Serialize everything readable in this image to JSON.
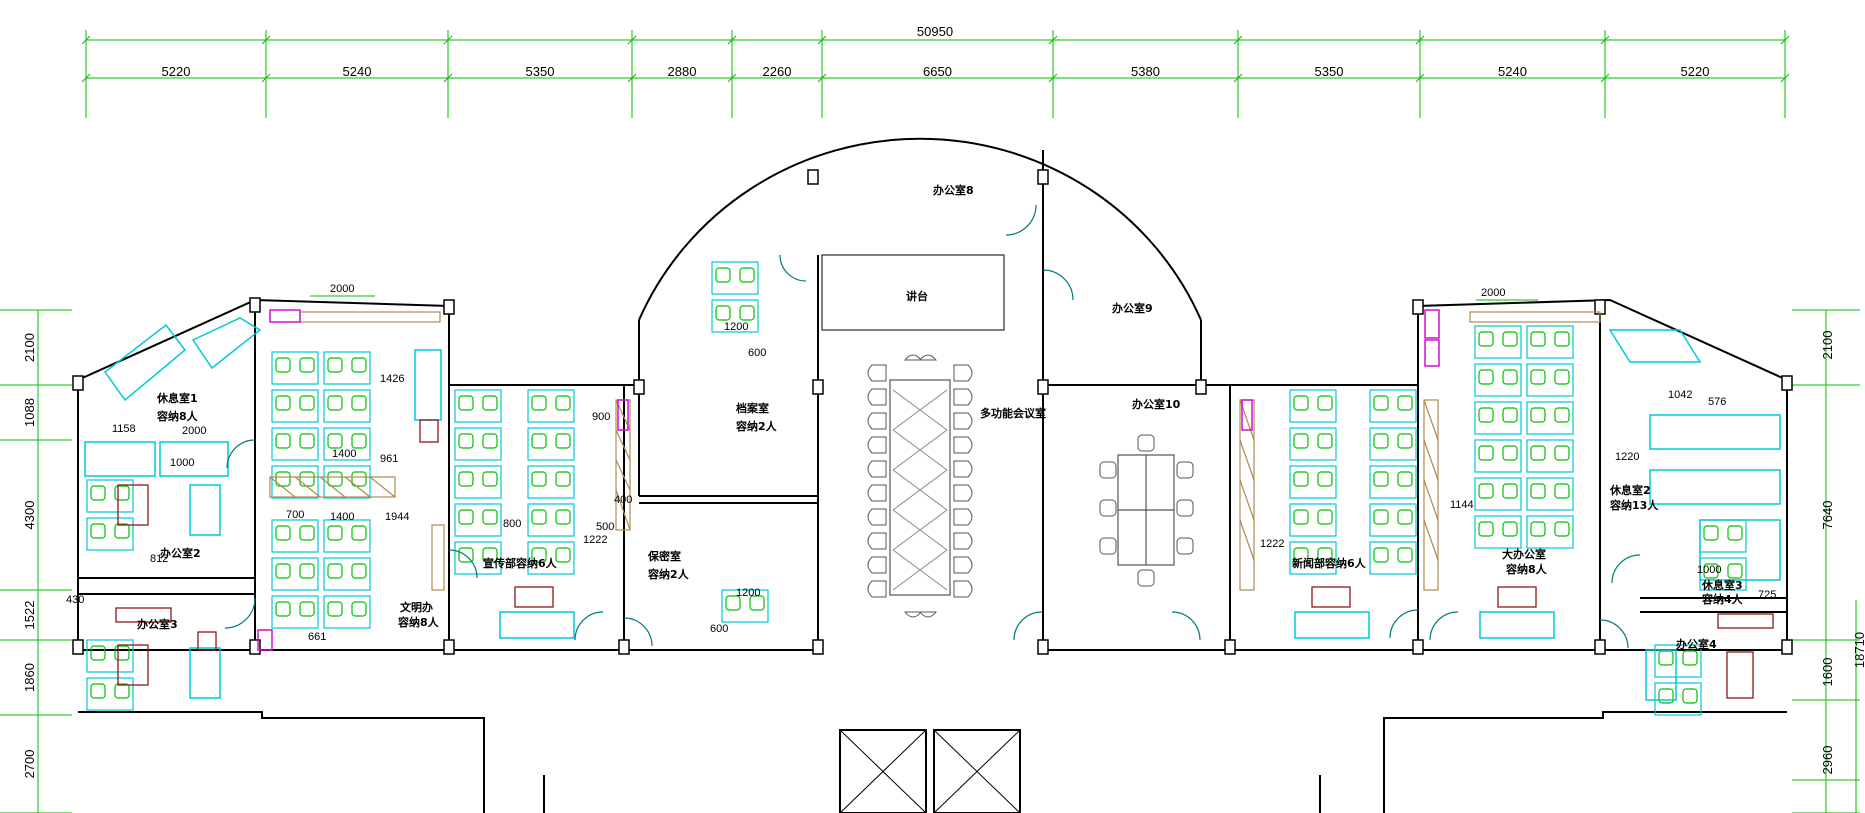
{
  "dimensions_top": {
    "total": "50950",
    "segments": [
      "5220",
      "5240",
      "5350",
      "2880",
      "2260",
      "6650",
      "5380",
      "5350",
      "5240",
      "5220"
    ]
  },
  "dimensions_left": [
    "2100",
    "1088",
    "4300",
    "1522",
    "1860",
    "2700"
  ],
  "dimensions_right": [
    "2100",
    "7640",
    "18710",
    "1600",
    "2960"
  ],
  "rooms": {
    "office8": "办公室8",
    "podium": "讲台",
    "office9": "办公室9",
    "multi_meeting": "多功能会议室",
    "archive": "档案室",
    "archive_cap": "容纳2人",
    "confidential": "保密室",
    "confidential_cap": "容纳2人",
    "office10": "办公室10",
    "rest1": "休息室1",
    "rest1_cap": "容纳8人",
    "office2": "办公室2",
    "office3": "办公室3",
    "civil_office": "文明办",
    "civil_cap": "容纳8人",
    "publicity": "宣传部容纳6人",
    "news": "新闻部容纳6人",
    "big_office": "大办公室",
    "big_office_cap": "容纳8人",
    "rest2": "休息室2",
    "rest2_cap": "容纳13人",
    "rest3": "休息室3",
    "rest3_cap": "容纳4人",
    "office4": "办公室4"
  },
  "inner_dims": {
    "d2000_left": "2000",
    "d2000_right": "2000",
    "d1426": "1426",
    "d1400a": "1400",
    "d1400b": "1400",
    "d1944": "1944",
    "d961": "961",
    "d700": "700",
    "d661": "661",
    "d800a": "800",
    "d900a": "900",
    "d400a": "400",
    "d500": "500",
    "d1222a": "1222",
    "d1200a": "1200",
    "d600a": "600",
    "d1200b": "1200",
    "d600b": "600",
    "d1158": "1158",
    "d2000c": "2000",
    "d1000a": "1000",
    "d812": "812",
    "d430": "430",
    "d1222b": "1222",
    "d1144": "1144",
    "d1220": "1220",
    "d1042": "1042",
    "d576": "576",
    "d1000b": "1000",
    "d725": "725"
  }
}
